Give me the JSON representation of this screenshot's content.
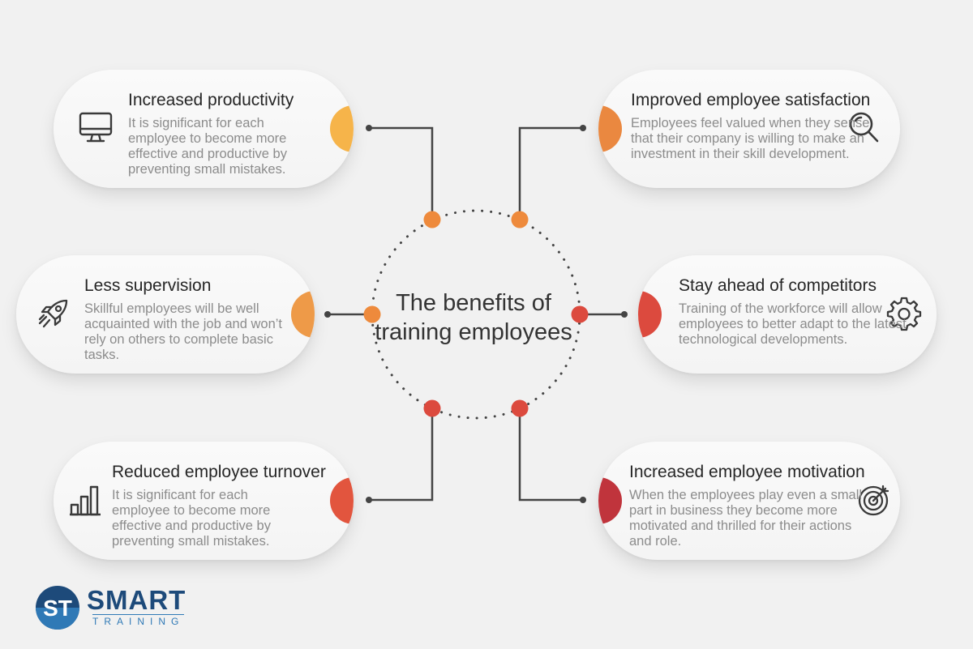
{
  "center_title": "The benefits of training employees",
  "brand": {
    "name": "SMART",
    "tagline": "TRAINING",
    "mark": "ST"
  },
  "cards": [
    {
      "title": "Increased productivity",
      "description": "It is significant for each employee to become more effective and productive by preventing small mistakes.",
      "icon": "monitor-icon",
      "accent": "#f6b44a"
    },
    {
      "title": "Less supervision",
      "description": "Skillful employees will be well acquainted with the job and won’t rely on others to complete basic tasks.",
      "icon": "rocket-icon",
      "accent": "#ee9a48"
    },
    {
      "title": "Reduced employee turnover",
      "description": "It is significant for each employee to become more effective and productive by preventing small mistakes.",
      "icon": "bar-chart-icon",
      "accent": "#e2553e"
    },
    {
      "title": "Improved employee satisfaction",
      "description": "Employees feel valued when they sense that their company is willing to make an investment in their skill development.",
      "icon": "search-icon",
      "accent": "#ea8840"
    },
    {
      "title": "Stay ahead of competitors",
      "description": "Training of the workforce will allow employees to better adapt to the latest technological developments.",
      "icon": "gear-icon",
      "accent": "#dc4a3e"
    },
    {
      "title": "Increased employee motivation",
      "description": "When the employees play even a small part in business they become more motivated and thrilled for their actions and role.",
      "icon": "target-icon",
      "accent": "#c0343c"
    }
  ],
  "colors": {
    "background": "#f1f1f1",
    "connector": "#444444",
    "dot_orange": "#ee8a3c",
    "dot_red": "#dc4a3e",
    "brand_navy": "#1d4a7a",
    "brand_blue": "#2f79b6"
  }
}
